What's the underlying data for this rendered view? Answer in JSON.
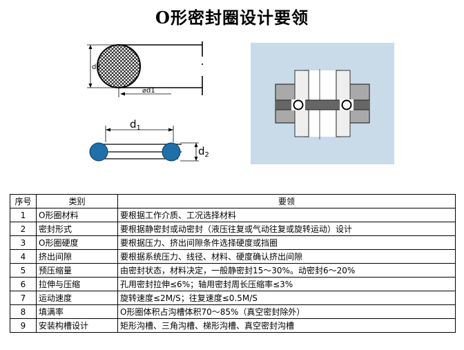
{
  "title": "O形密封圈设计要领",
  "figures": {
    "cross_section": {
      "d2_label": "d2",
      "d1_label": "⌀d1"
    },
    "ring": {
      "d1_label": "d",
      "d1_sub": "1",
      "d2_label": "d",
      "d2_sub": "2"
    }
  },
  "table": {
    "headers": [
      "序号",
      "类别",
      "要领"
    ],
    "rows": [
      {
        "no": "1",
        "category": "O形圈材料",
        "point": "要根据工作介质、工况选择材料"
      },
      {
        "no": "2",
        "category": "密封形式",
        "point": "要根据静密封或动密封（液压往复或气动往复或旋转运动）设计"
      },
      {
        "no": "3",
        "category": "O形圈硬度",
        "point": "要根据压力、挤出间隙条件选择硬度或挡圈"
      },
      {
        "no": "4",
        "category": "挤出间隙",
        "point": "要根据系统压力、线径、材料、硬度确认挤出间隙"
      },
      {
        "no": "5",
        "category": "预压缩量",
        "point": "由密封状态，材料决定，一般静密封15～30%。动密封6～20%"
      },
      {
        "no": "6",
        "category": "拉伸与压缩",
        "point": "孔用密封拉伸≤6%；轴用密封周长压缩率≤3%"
      },
      {
        "no": "7",
        "category": "运动速度",
        "point": "旋转速度≤2M/S；往复速度≤0.5M/S"
      },
      {
        "no": "8",
        "category": "填满率",
        "point": "O形圈体积占沟槽体积70～85%（真空密封除外）"
      },
      {
        "no": "9",
        "category": "安装构槽设计",
        "point": "矩形沟槽、三角沟槽、梯形沟槽、真空密封沟槽"
      }
    ]
  },
  "colors": {
    "ring_fill": "#1f6fa8",
    "section_bg": "#c9dbe9",
    "housing_gray": "#a9a9a9"
  }
}
